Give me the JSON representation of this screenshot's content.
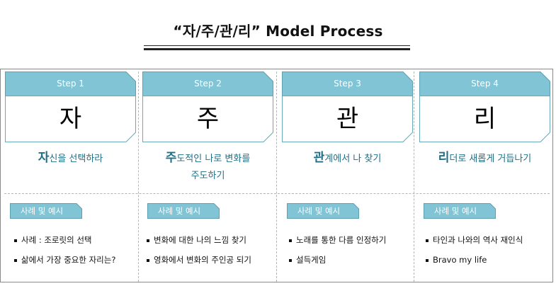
{
  "title": "“자/주/관/리” Model Process",
  "colors": {
    "header_fill": "#80c4d6",
    "desc_text": "#1f6f86",
    "tag_fill": "#80c4d6"
  },
  "steps": [
    {
      "label": "Step 1",
      "char": "자",
      "desc_lead": "자",
      "desc_rest": "신을 선택하라",
      "desc_line2": "",
      "example_tag": "사례 및 예시",
      "examples": [
        "사례 : 조로릿의 선택",
        "삶에서 가장 중요한 자리는?"
      ]
    },
    {
      "label": "Step 2",
      "char": "주",
      "desc_lead": "주",
      "desc_rest": "도적인 나로 변화를",
      "desc_line2": "주도하기",
      "example_tag": "사례 및 예시",
      "examples": [
        "변화에 대한 나의 느낌 찾기",
        "영화에서 변화의 주인공 되기"
      ]
    },
    {
      "label": "Step 3",
      "char": "관",
      "desc_lead": "관",
      "desc_rest": "계에서 나 찾기",
      "desc_line2": "",
      "example_tag": "사례 및 예시",
      "examples": [
        "노래를 통한 다름 인정하기",
        "설득게임"
      ]
    },
    {
      "label": "Step 4",
      "char": "리",
      "desc_lead": "리",
      "desc_rest": "더로 새롭게 거듭나기",
      "desc_line2": "",
      "example_tag": "사례 및 예시",
      "examples": [
        "타인과 나와의 역사 재인식",
        "Bravo my life"
      ]
    }
  ]
}
